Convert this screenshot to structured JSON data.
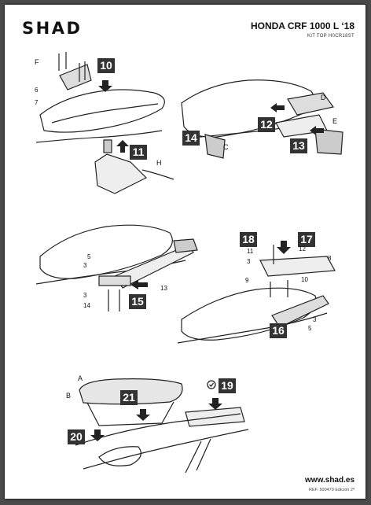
{
  "header": {
    "brand": "SHAD",
    "model": "HONDA CRF 1000 L ‘18",
    "kit": "KIT TOP H0CR18ST"
  },
  "steps": [
    "10",
    "11",
    "12",
    "13",
    "14",
    "15",
    "16",
    "17",
    "18",
    "19",
    "20",
    "21"
  ],
  "labels": [
    "F",
    "6",
    "7",
    "H",
    "D",
    "E",
    "C",
    "5",
    "3",
    "13",
    "3",
    "14",
    "11",
    "12",
    "8",
    "3",
    "9",
    "10",
    "3",
    "5",
    "A",
    "B"
  ],
  "footer": {
    "website": "www.shad.es",
    "ref": "REF. 500479 Edición 2ª"
  },
  "icons": {
    "check": "check-circle-icon",
    "arrow": "arrow-icon"
  }
}
